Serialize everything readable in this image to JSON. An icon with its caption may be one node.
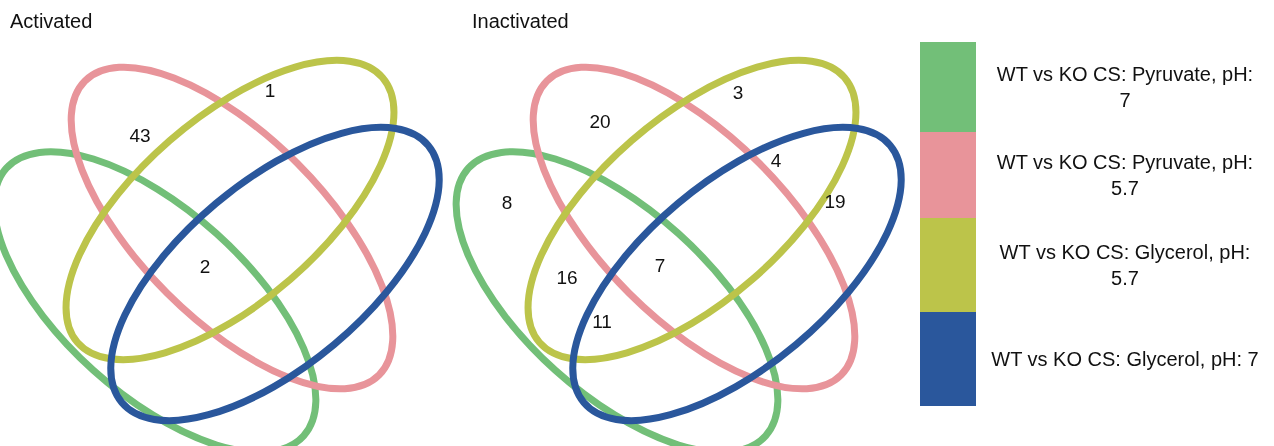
{
  "diagram": {
    "labels": [
      "Activated",
      "1",
      "43",
      "2",
      "Inactivated",
      "3",
      "20",
      "4",
      "8",
      "19",
      "7",
      "16",
      "11"
    ],
    "legend": [
      {
        "text": "WT vs KO CS: Pyruvate, pH: 7",
        "color": "#72bf78"
      },
      {
        "text": "WT vs KO CS: Pyruvate, pH: 5.7",
        "color": "#e8949a"
      },
      {
        "text": "WT vs KO CS: Glycerol, pH: 5.7",
        "color": "#bcc44a"
      },
      {
        "text": "WT vs KO CS: Glycerol, pH: 7",
        "color": "#2a579c"
      }
    ]
  }
}
